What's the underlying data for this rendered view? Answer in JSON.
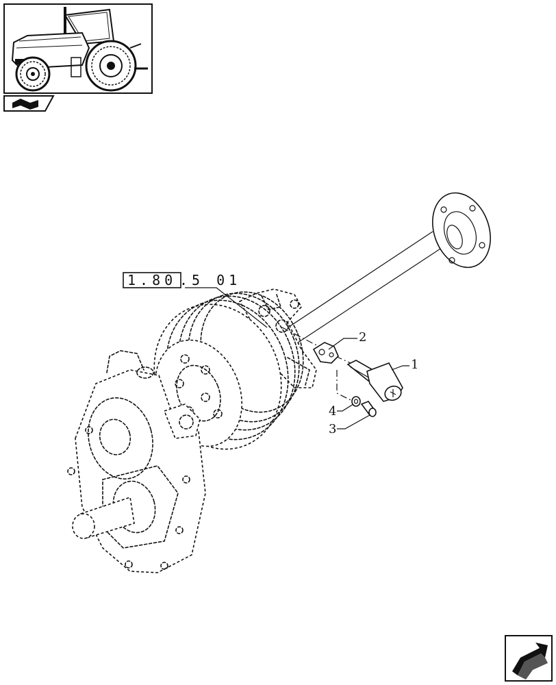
{
  "reference": {
    "boxed": "1.80",
    "suffix": ".5 01"
  },
  "callouts": [
    {
      "id": "1",
      "label": "1"
    },
    {
      "id": "2",
      "label": "2"
    },
    {
      "id": "3",
      "label": "3"
    },
    {
      "id": "4",
      "label": "4"
    }
  ],
  "thumbnail": {
    "icon": "tractor-icon"
  },
  "section_tab": {
    "icon": "section-symbol-icon"
  },
  "nav": {
    "icon": "next-page-arrow-icon"
  }
}
